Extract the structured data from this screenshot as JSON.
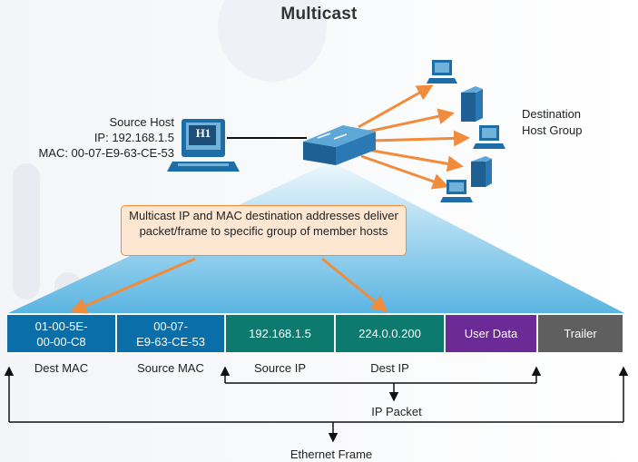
{
  "title": "Multicast",
  "source_host": {
    "label": "Source Host",
    "ip": "IP: 192.168.1.5",
    "mac": "MAC: 00-07-E9-63-CE-53",
    "badge": "H1"
  },
  "destination": {
    "line1": "Destination",
    "line2": "Host Group"
  },
  "callout_text": "Multicast IP and MAC destination addresses deliver packet/frame to specific group of member hosts",
  "frame": {
    "fields": [
      {
        "text": "01-00-5E-\n00-00-C8",
        "label": "Dest MAC",
        "color": "#0a6fa8"
      },
      {
        "text": "00-07-\nE9-63-CE-53",
        "label": "Source MAC",
        "color": "#0a6fa8"
      },
      {
        "text": "192.168.1.5",
        "label": "Source IP",
        "color": "#0c7a6e"
      },
      {
        "text": "224.0.0.200",
        "label": "Dest IP",
        "color": "#0c7a6e"
      },
      {
        "text": "User Data",
        "label": "",
        "color": "#6b2a96"
      },
      {
        "text": "Trailer",
        "label": "",
        "color": "#5f5f5f"
      }
    ],
    "ip_packet_label": "IP Packet",
    "ethernet_frame_label": "Ethernet Frame"
  },
  "colors": {
    "arrow": "#f08c3c",
    "device": "#1f6da6",
    "fan_light": "#e9f6fc",
    "fan_dark": "#5bb6e3"
  }
}
